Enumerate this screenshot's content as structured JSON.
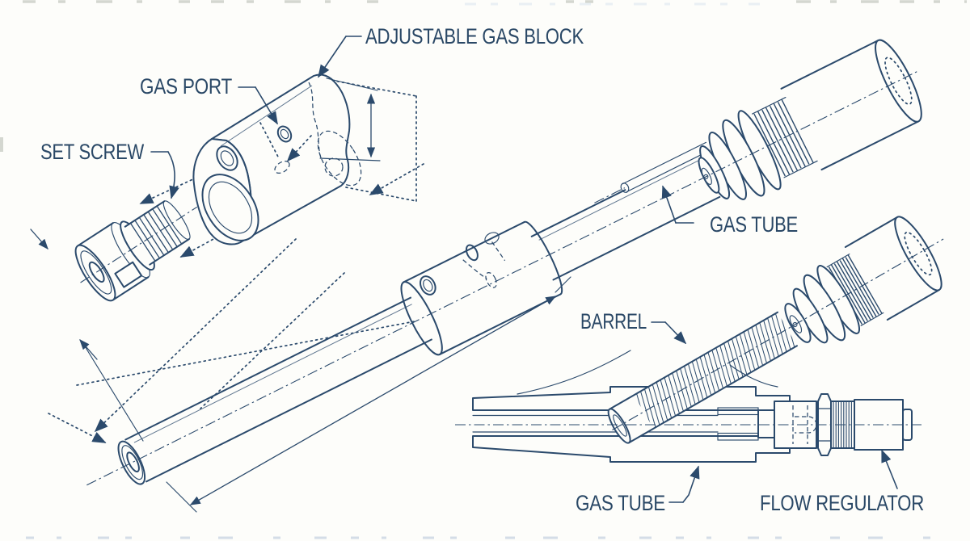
{
  "meta": {
    "background_color": "#fdfdfa",
    "ink_color": "#2b4a6c"
  },
  "diagram": {
    "labels": {
      "adjustable_gas_block": "ADJUSTABLE GAS BLOCK",
      "gas_port": "GAS PORT",
      "set_screw": "SET SCREW",
      "gas_tube_upper": "GAS TUBE",
      "barrel": "BARREL",
      "gas_tube_lower": "GAS TUBE",
      "flow_regulator": "FLOW REGULATOR"
    }
  }
}
